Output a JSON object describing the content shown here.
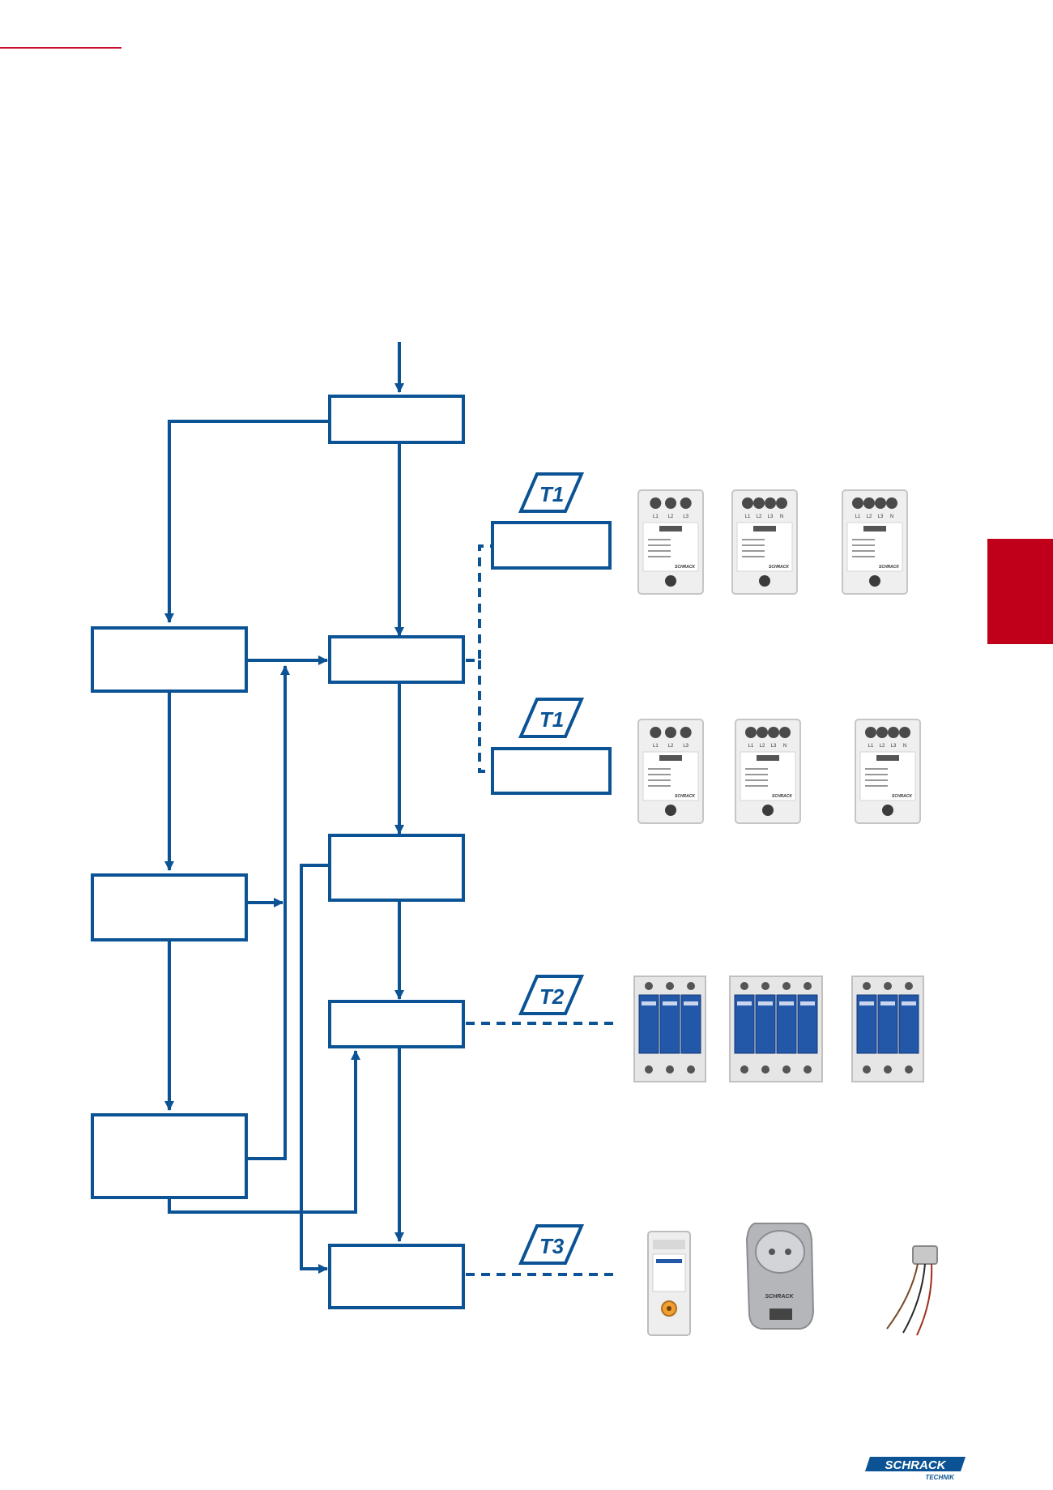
{
  "colors": {
    "flow_blue": "#0b5394",
    "accent_red": "#c0001a",
    "surge_blue": "#2357a8",
    "device_grey": "#e8e8e8"
  },
  "badges": {
    "t1_upper": "T1",
    "t1_lower": "T1",
    "t2": "T2",
    "t3": "T3"
  },
  "logo": {
    "brand": "SCHRACK",
    "sub": "TECHNIK"
  },
  "products": {
    "t1_upper": [
      {
        "terminals": [
          "L1",
          "L2",
          "L3"
        ],
        "brand_mark": "SCHRACK"
      },
      {
        "terminals": [
          "L1",
          "L2",
          "L3",
          "N"
        ],
        "brand_mark": "SCHRACK"
      },
      {
        "terminals": [
          "L1",
          "L2",
          "L3",
          "N"
        ],
        "brand_mark": "SCHRACK"
      }
    ],
    "t1_lower": [
      {
        "terminals": [
          "L1",
          "L2",
          "L3"
        ],
        "brand_mark": "SCHRACK"
      },
      {
        "terminals": [
          "L1",
          "L2",
          "L3",
          "N"
        ],
        "brand_mark": "SCHRACK"
      },
      {
        "terminals": [
          "L1",
          "L2",
          "L3",
          "N"
        ],
        "brand_mark": "SCHRACK"
      }
    ],
    "t3_socket_brand": "SCHRACK"
  }
}
